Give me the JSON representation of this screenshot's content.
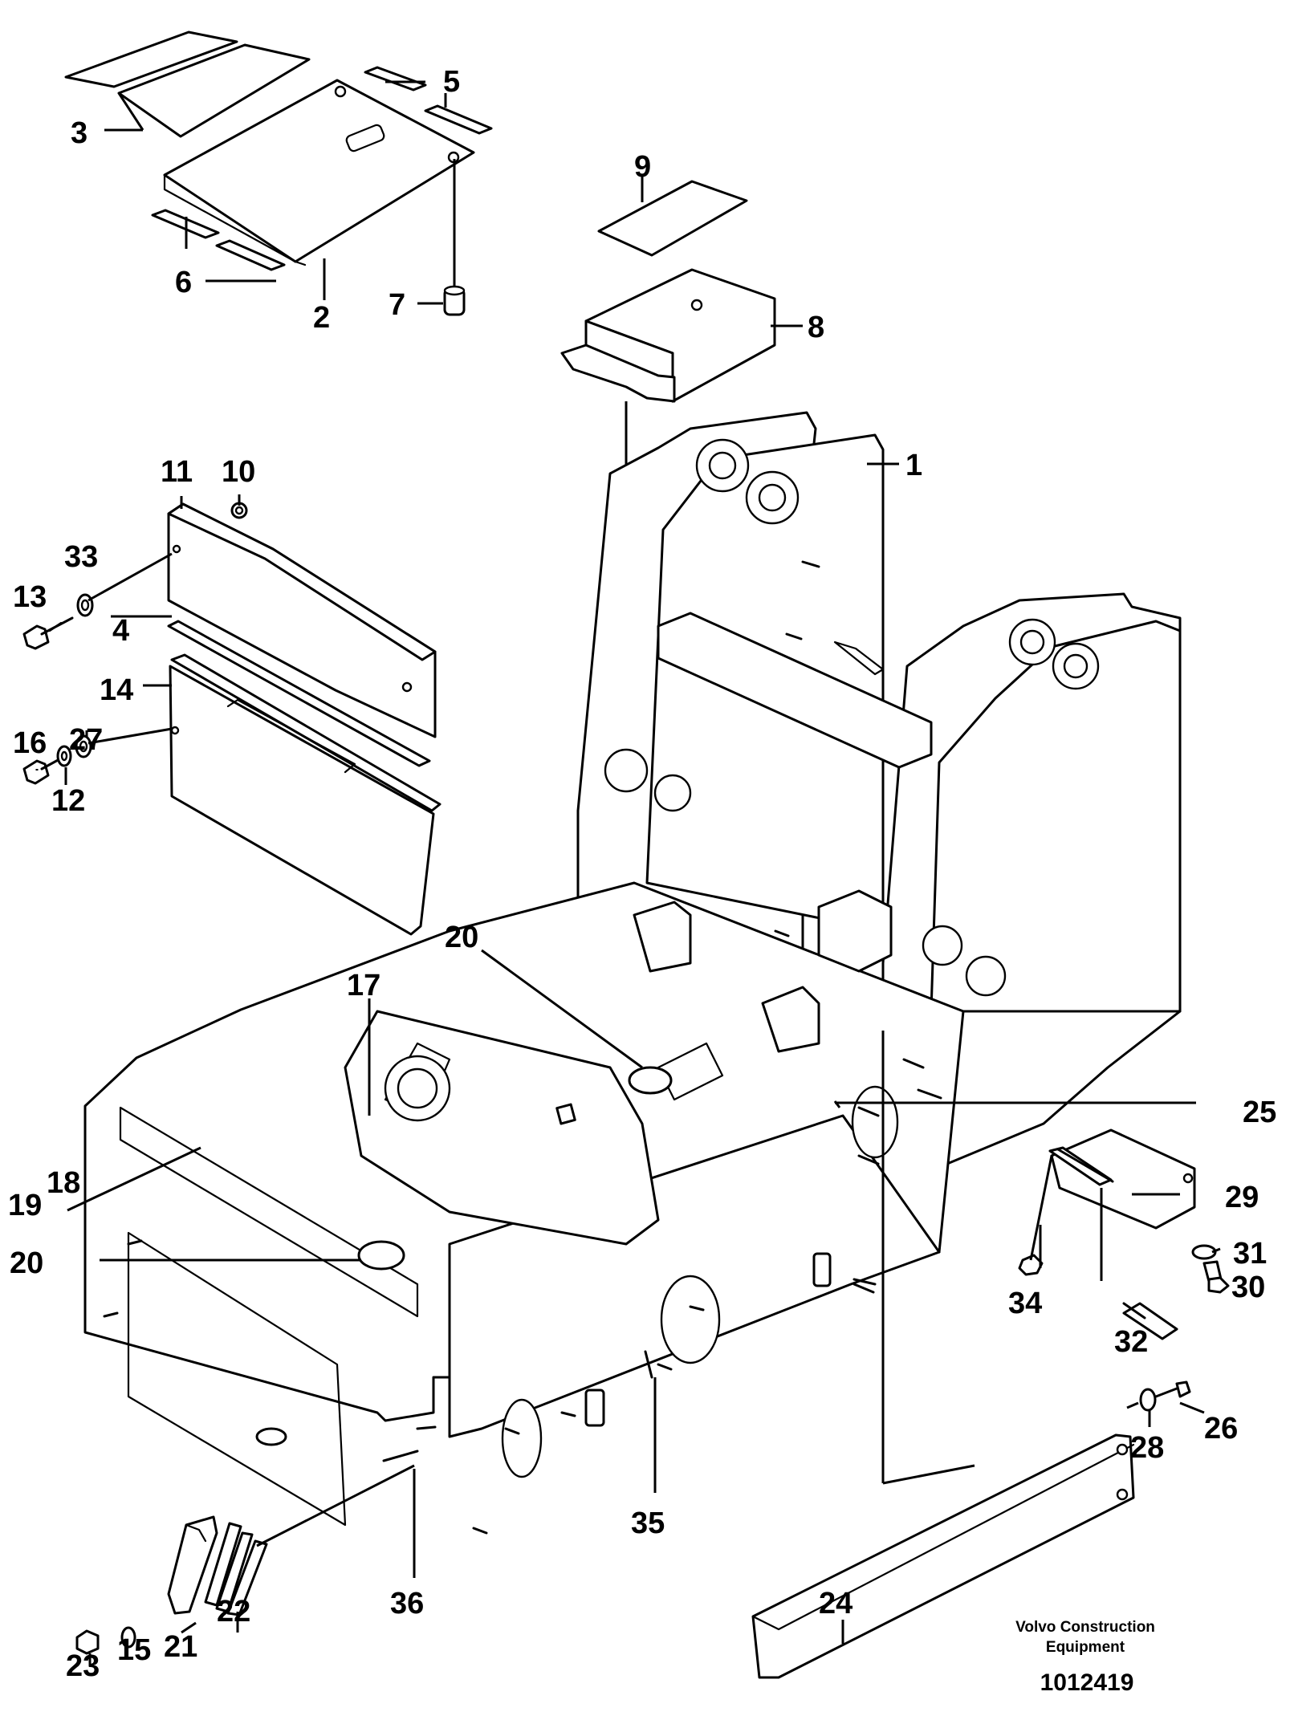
{
  "callouts": {
    "c1": "1",
    "c2": "2",
    "c3": "3",
    "c4": "4",
    "c5": "5",
    "c6": "6",
    "c7": "7",
    "c8": "8",
    "c9": "9",
    "c10": "10",
    "c11": "11",
    "c12": "12",
    "c13": "13",
    "c14": "14",
    "c15": "15",
    "c16": "16",
    "c17": "17",
    "c18": "18",
    "c19": "19",
    "c20a": "20",
    "c20b": "20",
    "c21": "21",
    "c22": "22",
    "c23": "23",
    "c24": "24",
    "c25": "25",
    "c26": "26",
    "c27": "27",
    "c28": "28",
    "c29": "29",
    "c30": "30",
    "c31": "31",
    "c32": "32",
    "c33": "33",
    "c34": "34",
    "c35": "35",
    "c36": "36"
  },
  "footer": {
    "brand_line1": "Volvo Construction",
    "brand_line2": "Equipment",
    "drawing_number": "1012419"
  }
}
